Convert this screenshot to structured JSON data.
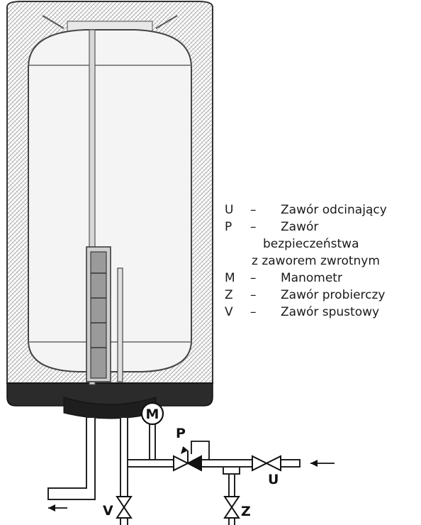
{
  "legend": {
    "items": [
      {
        "code": "U",
        "dash": "–",
        "desc": "Zawór odcinający"
      },
      {
        "code": "P",
        "dash": "–",
        "desc": "Zawór",
        "cont": [
          "bezpieczeństwa",
          "z zaworem zwrotnym"
        ]
      },
      {
        "code": "M",
        "dash": "–",
        "desc": "Manometr"
      },
      {
        "code": "Z",
        "dash": "–",
        "desc": "Zawór probierczy"
      },
      {
        "code": "V",
        "dash": "–",
        "desc": "Zawór spustowy"
      }
    ]
  },
  "labels": {
    "manometer": "M",
    "safety": "P",
    "shutoff": "U",
    "test": "Z",
    "drain": "V"
  }
}
